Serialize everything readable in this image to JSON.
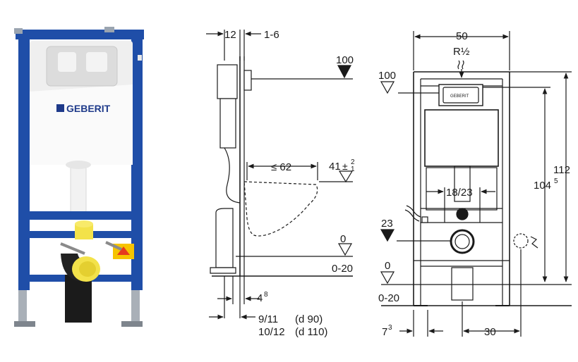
{
  "photo": {
    "brand": "GEBERIT",
    "colors": {
      "frame": "#1f4ea8",
      "panel": "#efefef",
      "pipe": "#f2f2f2",
      "fitting": "#f3e24a",
      "drain": "#1b1b1b",
      "warning": "#f6c400"
    }
  },
  "side_view": {
    "dim_top_a": "12",
    "dim_top_b": "1-6",
    "level_100": "100",
    "dim_bowl_depth": "≤ 62",
    "level_41": "41",
    "level_41_tol_plus": "2",
    "level_41_tol_minus": "1",
    "level_0": "0",
    "level_0_20": "0-20",
    "dim_4_base": "4",
    "dim_4_sup": "8",
    "dim_9_11": "9/11",
    "dim_d90": "(d 90)",
    "dim_10_12": "10/12",
    "dim_d110": "(d 110)"
  },
  "front_view": {
    "dim_width": "50",
    "dim_r": "R½",
    "level_100": "100",
    "dim_18_23": "18/23",
    "dim_104_base": "104",
    "dim_104_sup": "5",
    "dim_112": "112",
    "level_23": "23",
    "level_0": "0",
    "level_0_20": "0-20",
    "dim_7_base": "7",
    "dim_7_sup": "3",
    "dim_30": "30"
  }
}
